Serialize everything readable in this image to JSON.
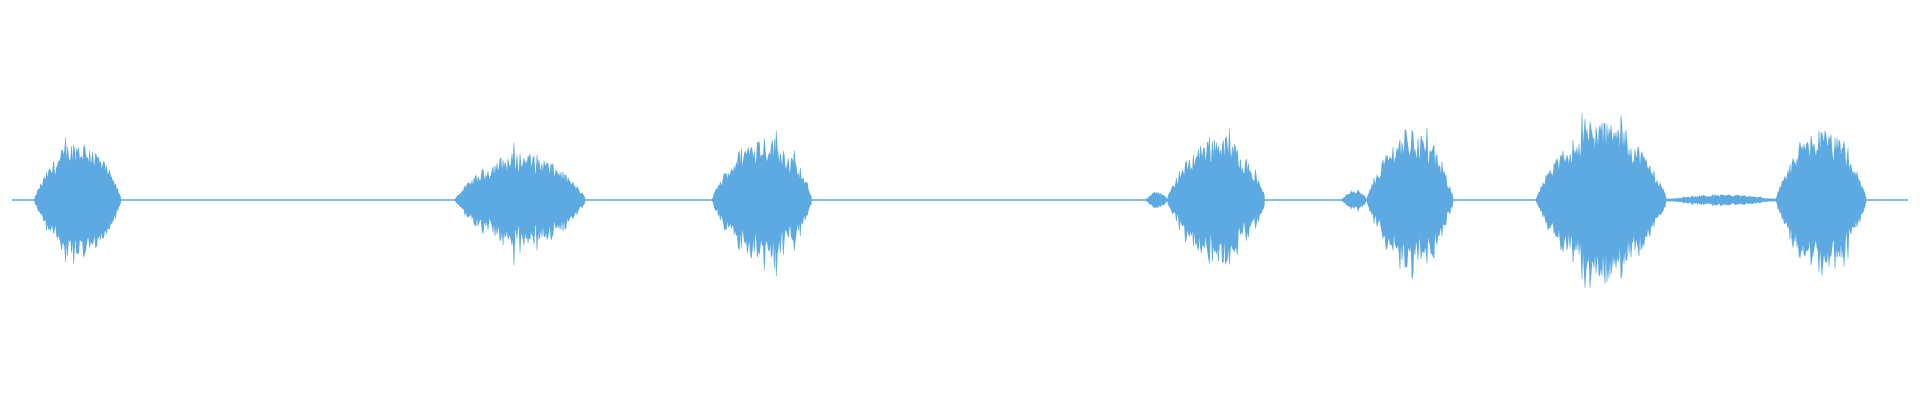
{
  "waveform": {
    "color": "#5DA9E2",
    "background": "#FFFFFF",
    "baseline_amplitude": 0.006,
    "segments": [
      {
        "start": 0.018,
        "end": 0.063,
        "peak": 0.34
      },
      {
        "start": 0.237,
        "end": 0.305,
        "peak": 0.27
      },
      {
        "start": 0.371,
        "end": 0.423,
        "peak": 0.37
      },
      {
        "start": 0.597,
        "end": 0.608,
        "peak": 0.05
      },
      {
        "start": 0.608,
        "end": 0.659,
        "peak": 0.37
      },
      {
        "start": 0.699,
        "end": 0.712,
        "peak": 0.06
      },
      {
        "start": 0.712,
        "end": 0.757,
        "peak": 0.4
      },
      {
        "start": 0.8,
        "end": 0.868,
        "peak": 0.45
      },
      {
        "start": 0.868,
        "end": 0.925,
        "peak": 0.03
      },
      {
        "start": 0.925,
        "end": 0.972,
        "peak": 0.4
      }
    ]
  }
}
